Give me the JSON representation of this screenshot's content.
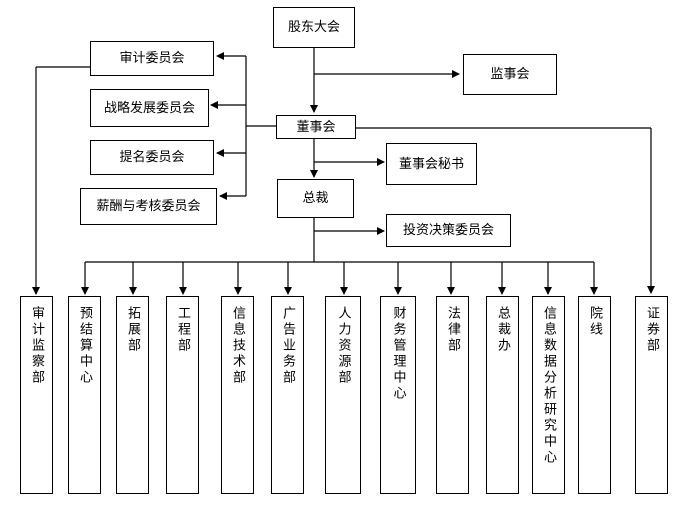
{
  "nodes": {
    "shareholders_meeting": "股东大会",
    "board_of_supervisors": "监事会",
    "board_of_directors": "董事会",
    "board_secretary": "董事会秘书",
    "president": "总裁",
    "investment_committee": "投资决策委员会",
    "audit_committee": "审计委员会",
    "strategy_committee": "战略发展委员会",
    "nomination_committee": "提名委员会",
    "compensation_committee": "薪酬与考核委员会"
  },
  "departments": [
    "审计监察部",
    "预结算中心",
    "拓展部",
    "工程部",
    "信息技术部",
    "广告业务部",
    "人力资源部",
    "财务管理中心",
    "法律部",
    "总裁办",
    "信息数据分析研究中心",
    "院线",
    "证券部"
  ]
}
